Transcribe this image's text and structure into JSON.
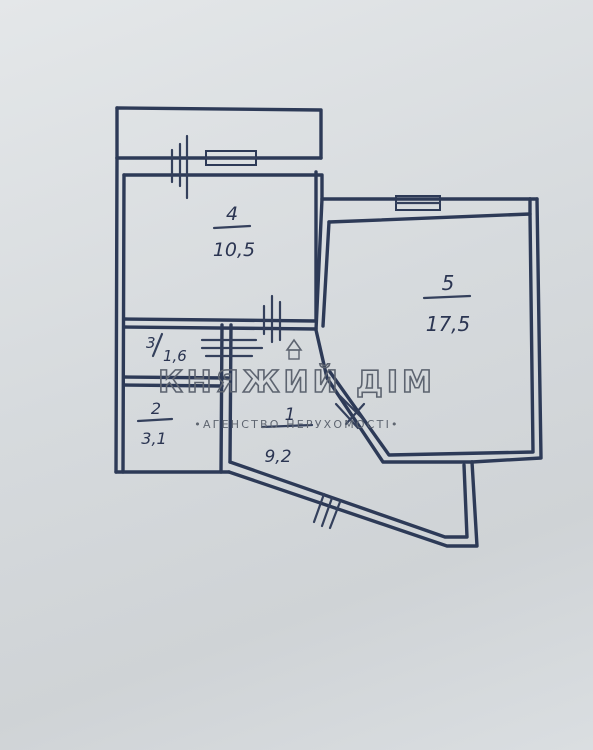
{
  "rooms": [
    {
      "number": "4",
      "area": "10,5"
    },
    {
      "number": "5",
      "area": "17,5"
    },
    {
      "number": "3",
      "area": "1,6"
    },
    {
      "number": "2",
      "area": "3,1"
    },
    {
      "number": "1",
      "area": "9,2"
    }
  ],
  "watermark": {
    "brand": "КНЯЖИЙ ДІМ",
    "tagline": "•АГЕНСТВО НЕРУХОМОСТІ•"
  },
  "colors": {
    "ink": "#2d3a57",
    "paper": "#dde1e4",
    "watermark": "#5d6470"
  }
}
